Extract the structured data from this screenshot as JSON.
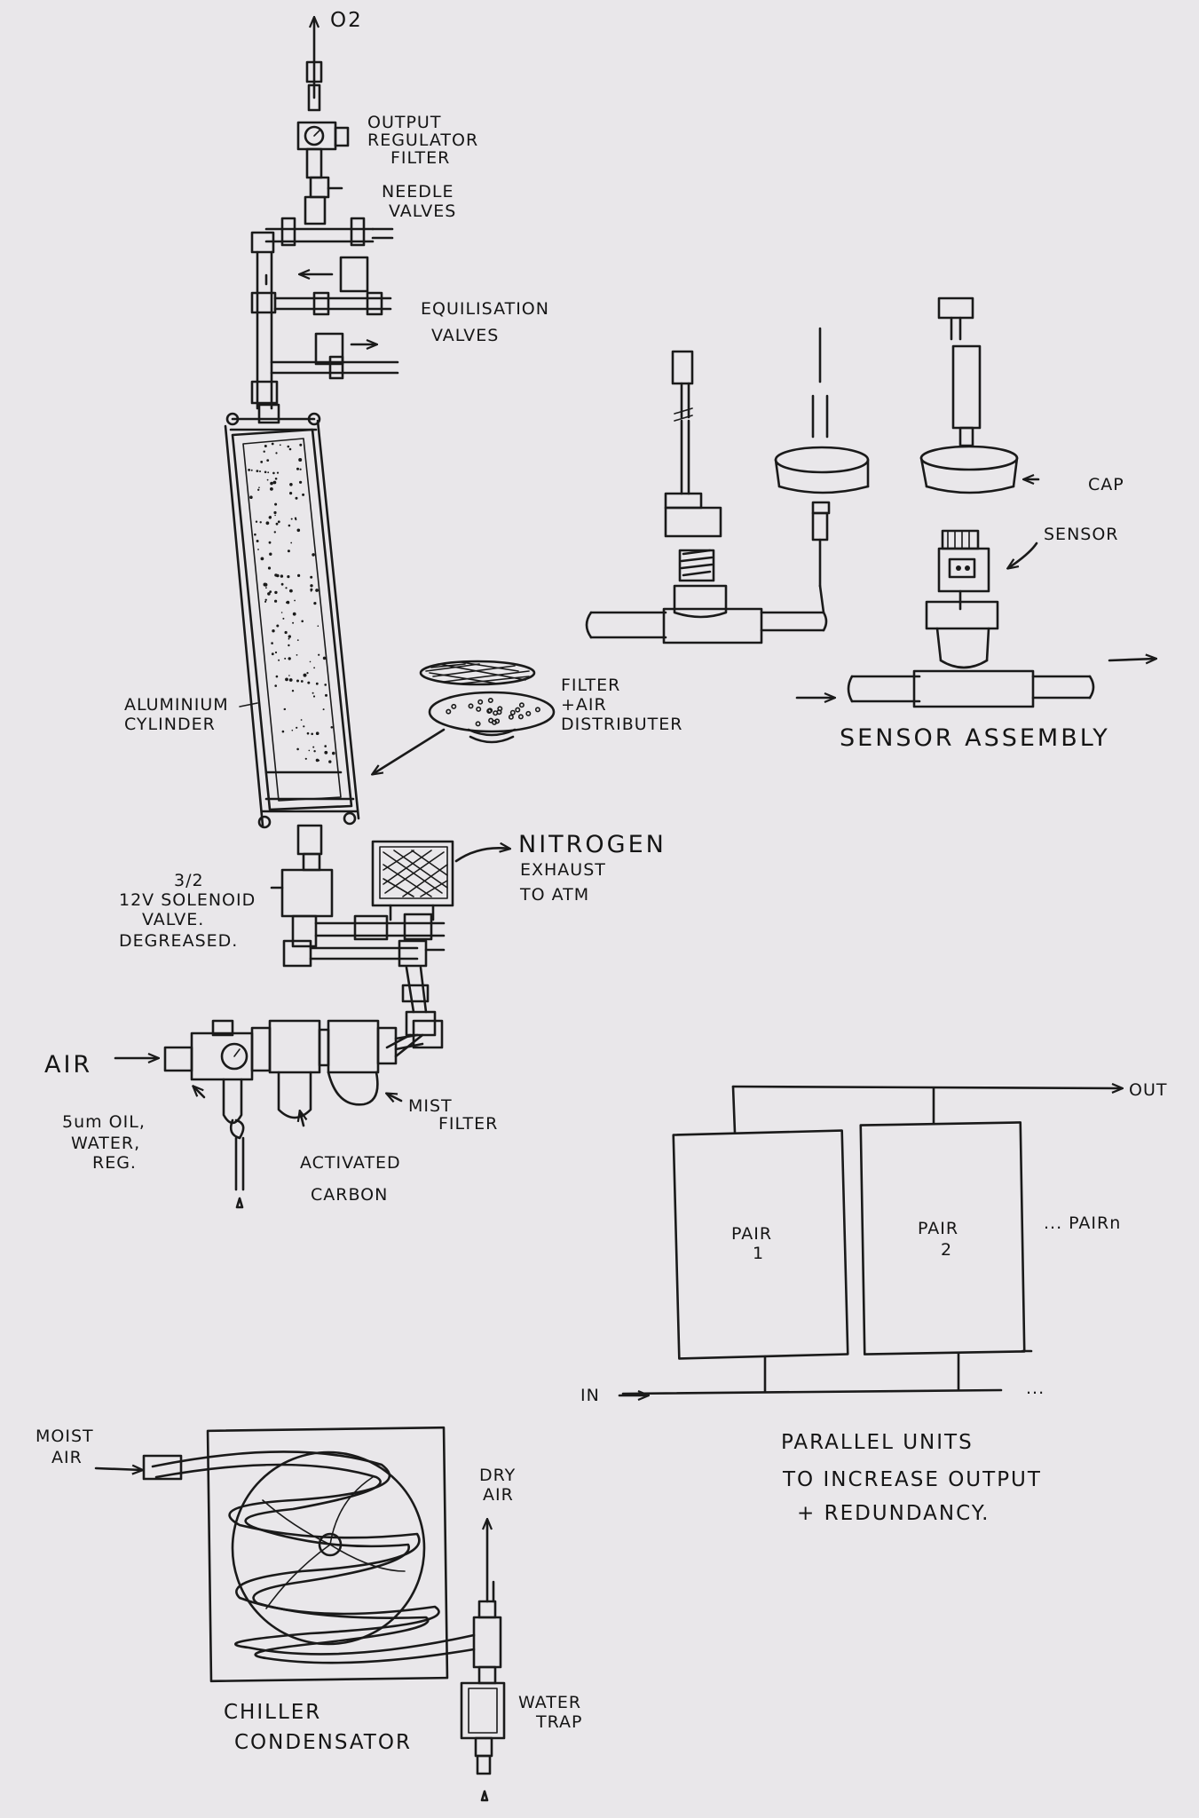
{
  "labels": {
    "o2": "O2",
    "output_regulator_filter_1": "OUTPUT",
    "output_regulator_filter_2": "REGULATOR",
    "output_regulator_filter_3": "FILTER",
    "needle_valves_1": "NEEDLE",
    "needle_valves_2": "VALVES",
    "equilisation_valves_1": "EQUILISATION",
    "equilisation_valves_2": "VALVES",
    "aluminium_cylinder_1": "ALUMINIUM",
    "aluminium_cylinder_2": "CYLINDER",
    "filter_air_distributer_1": "FILTER",
    "filter_air_distributer_2": "+AIR",
    "filter_air_distributer_3": "DISTRIBUTER",
    "solenoid_1": "3/2",
    "solenoid_2": "12V SOLENOID",
    "solenoid_3": "VALVE.",
    "solenoid_4": "DEGREASED.",
    "nitrogen_1": "NITROGEN",
    "nitrogen_2": "EXHAUST",
    "nitrogen_3": "TO ATM",
    "air": "AIR",
    "reg_1": "5um OIL,",
    "reg_2": "WATER,",
    "reg_3": "REG.",
    "activated_carbon_1": "ACTIVATED",
    "activated_carbon_2": "CARBON",
    "mist_filter_1": "MIST",
    "mist_filter_2": "FILTER",
    "cap": "CAP",
    "sensor": "SENSOR",
    "sensor_assembly": "SENSOR ASSEMBLY",
    "out": "OUT",
    "in": "IN",
    "pair_1_a": "PAIR",
    "pair_1_b": "1",
    "pair_2_a": "PAIR",
    "pair_2_b": "2",
    "pair_n": "... PAIRn",
    "in_dots": "...",
    "parallel_1": "PARALLEL UNITS",
    "parallel_2": "TO INCREASE OUTPUT",
    "parallel_3": "+ REDUNDANCY.",
    "moist_air_1": "MOIST",
    "moist_air_2": "AIR",
    "dry_air_1": "DRY",
    "dry_air_2": "AIR",
    "chiller_1": "CHILLER",
    "chiller_2": "CONDENSATOR",
    "water_trap_1": "WATER",
    "water_trap_2": "TRAP"
  },
  "colors": {
    "paper": "#e9e7ea",
    "ink": "#1a1a1a"
  }
}
